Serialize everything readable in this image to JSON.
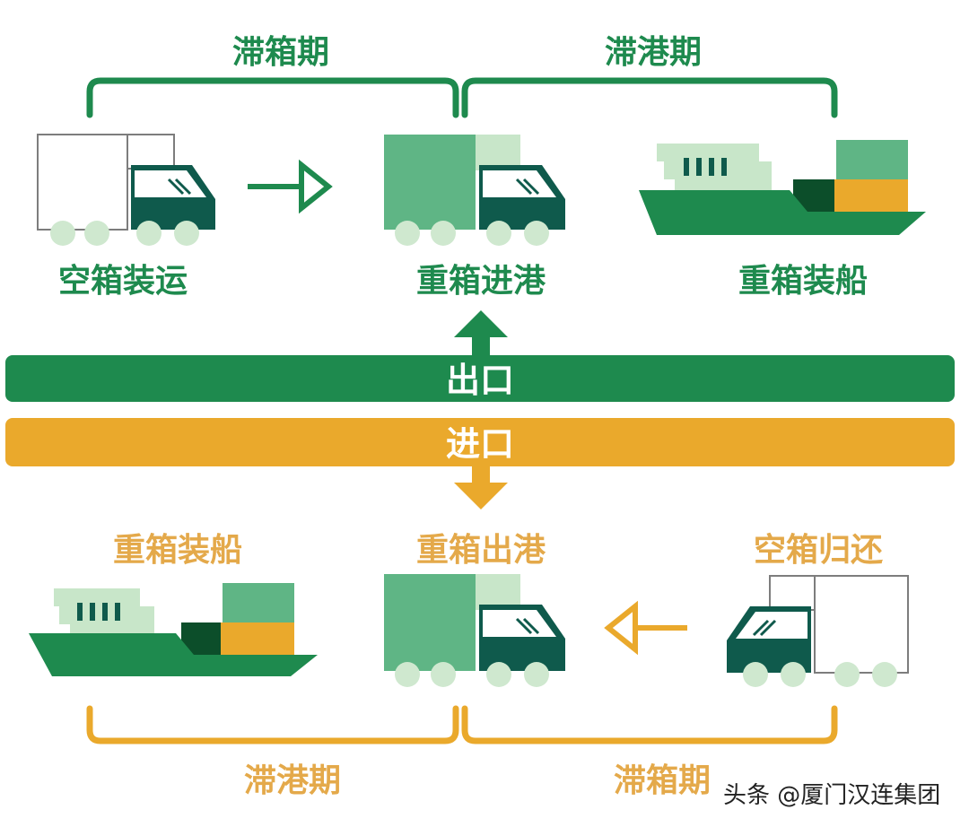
{
  "colors": {
    "green_dark": "#1e8a4e",
    "green_mid": "#5fb585",
    "green_light": "#c8e6c9",
    "teal_cab": "#0f5a4c",
    "navy_box": "#0c4e2a",
    "orange": "#eaa92c",
    "orange_text": "#e4a94a",
    "wheel": "#cfe8cf"
  },
  "export": {
    "label": "出口",
    "bracket_left_label": "滞箱期",
    "bracket_right_label": "滞港期",
    "step1_label": "空箱装运",
    "step2_label": "重箱进港",
    "step3_label": "重箱装船"
  },
  "import": {
    "label": "进口",
    "bracket_left_label": "滞港期",
    "bracket_right_label": "滞箱期",
    "step1_label": "重箱装船",
    "step2_label": "重箱出港",
    "step3_label": "空箱归还"
  },
  "watermark": "头条 @厦门汉连集团"
}
